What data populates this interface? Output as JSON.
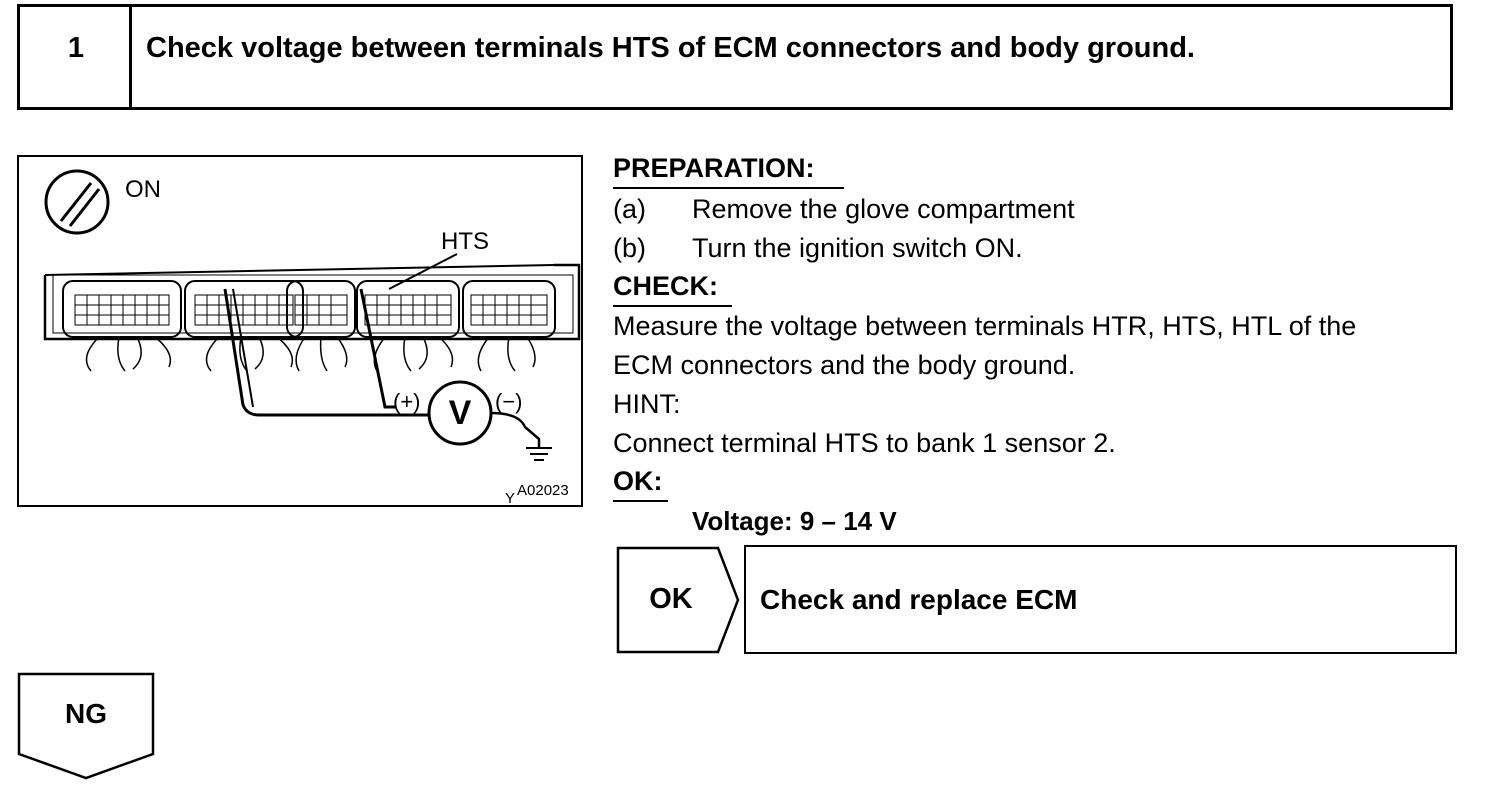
{
  "step": {
    "number": "1",
    "title": "Check voltage between terminals HTS of ECM connectors and body ground."
  },
  "illustration": {
    "ignition_label": "ON",
    "terminal_label": "HTS",
    "plus_label": "(+)",
    "minus_label": "(−)",
    "meter_label": "V",
    "figure_prefix": "Y",
    "figure_code": "A02023"
  },
  "preparation": {
    "heading": "PREPARATION:",
    "items": [
      {
        "marker": "(a)",
        "text": "Remove the glove compartment"
      },
      {
        "marker": "(b)",
        "text": "Turn the ignition switch ON."
      }
    ]
  },
  "check": {
    "heading": "CHECK:",
    "lines": [
      "Measure the voltage between terminals HTR, HTS, HTL of the",
      "ECM connectors and the body ground."
    ]
  },
  "hint": {
    "heading": "HINT:",
    "text": "Connect terminal HTS to bank 1 sensor 2."
  },
  "ok": {
    "heading": "OK:",
    "spec": "Voltage: 9 – 14 V"
  },
  "results": {
    "ok_label": "OK",
    "ok_action": "Check and replace ECM",
    "ng_label": "NG"
  }
}
